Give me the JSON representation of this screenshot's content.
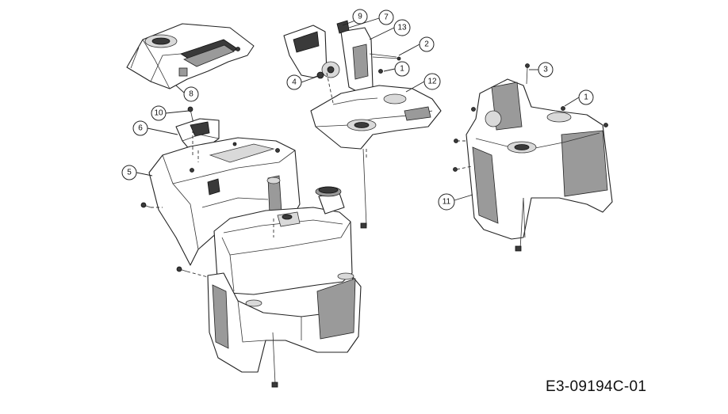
{
  "document_code": "E3-09194C-01",
  "callouts": [
    {
      "label": "1"
    },
    {
      "label": "1"
    },
    {
      "label": "2"
    },
    {
      "label": "3"
    },
    {
      "label": "4"
    },
    {
      "label": "5"
    },
    {
      "label": "6"
    },
    {
      "label": "7"
    },
    {
      "label": "8"
    },
    {
      "label": "9"
    },
    {
      "label": "10"
    },
    {
      "label": "11"
    },
    {
      "label": "12"
    },
    {
      "label": "13"
    }
  ]
}
